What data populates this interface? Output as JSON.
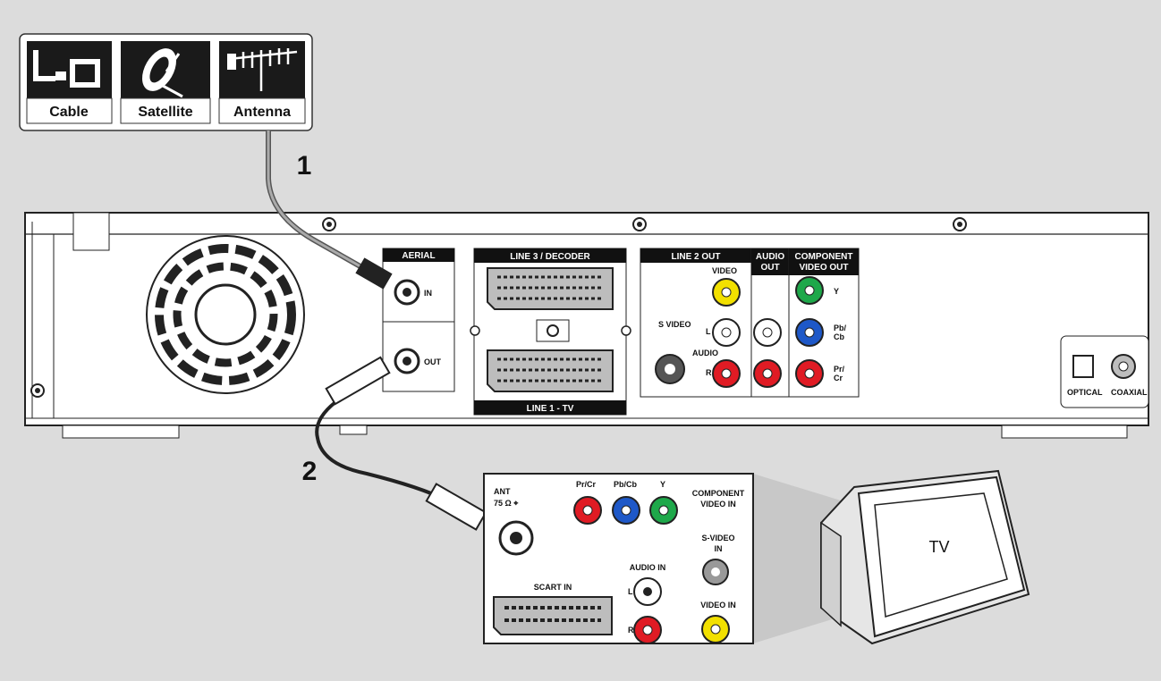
{
  "sources": {
    "cable": "Cable",
    "satellite": "Satellite",
    "antenna": "Antenna"
  },
  "steps": {
    "one": "1",
    "two": "2"
  },
  "recorder": {
    "aerial_header": "AERIAL",
    "aerial_in": "IN",
    "aerial_out": "OUT",
    "line3_header": "LINE 3 / DECODER",
    "line1_header": "LINE 1 - TV",
    "line2_header": "LINE 2 OUT",
    "video": "VIDEO",
    "s_video": "S VIDEO",
    "l": "L",
    "audio": "AUDIO",
    "r": "R",
    "audio_out_1": "AUDIO",
    "audio_out_2": "OUT",
    "component_1": "COMPONENT",
    "component_2": "VIDEO OUT",
    "y": "Y",
    "pb_1": "Pb/",
    "pb_2": "Cb",
    "pr_1": "Pr/",
    "pr_2": "Cr",
    "optical": "OPTICAL",
    "coaxial": "COAXIAL"
  },
  "tv_panel": {
    "ant_1": "ANT",
    "ant_2": "75 Ω ⌖",
    "pr": "Pr/Cr",
    "pb": "Pb/Cb",
    "y": "Y",
    "component_1": "COMPONENT",
    "component_2": "VIDEO IN",
    "svideo_1": "S-VIDEO",
    "svideo_2": "IN",
    "audio_in": "AUDIO IN",
    "l": "L",
    "r": "R",
    "scart_in": "SCART IN",
    "video_in": "VIDEO IN"
  },
  "tv": {
    "label": "TV"
  }
}
